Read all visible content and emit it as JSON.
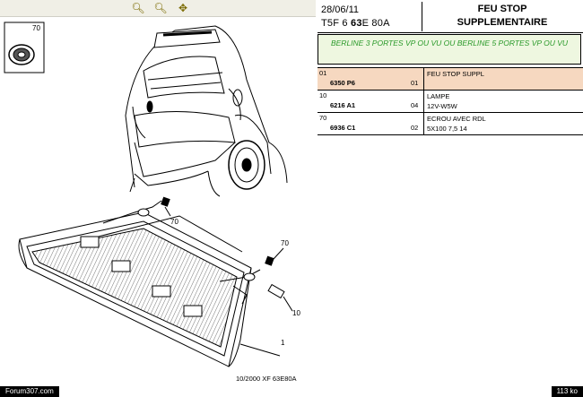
{
  "toolbar": {
    "buttons": [
      {
        "name": "zoom-in-icon",
        "glyph": "🔍︎"
      },
      {
        "name": "zoom-out-icon",
        "glyph": "🔍︎"
      },
      {
        "name": "zoom-pan-icon",
        "glyph": "✥"
      }
    ]
  },
  "drawing": {
    "callouts": {
      "thumb": "70",
      "bolt_upper": "70",
      "bolt_lower": "70",
      "lamp": "10",
      "assembly": "1"
    },
    "caption": "10/2000  XF 63E80A"
  },
  "panel": {
    "date": "28/06/11",
    "code_prefix": "T5F 6 ",
    "code_bold": "63",
    "code_suffix": "E 80A",
    "title_line1": "FEU STOP",
    "title_line2": "SUPPLEMENTAIRE",
    "application": "BERLINE 3 PORTES VP OU VU OU BERLINE 5 PORTES VP OU VU",
    "parts": [
      {
        "rep": "01",
        "ref": "6350 P6",
        "qty": "01",
        "label": "FEU STOP SUPPL",
        "detail": "",
        "highlight": true
      },
      {
        "rep": "10",
        "ref": "6216 A1",
        "qty": "04",
        "label": "LAMPE",
        "detail": "12V-W5W",
        "highlight": false
      },
      {
        "rep": "70",
        "ref": "6936 C1",
        "qty": "02",
        "label": "ECROU AVEC RDL",
        "detail": "5X100 7,5 14",
        "highlight": false
      }
    ]
  },
  "status": {
    "left": "Forum307.com",
    "right": "113 ko"
  },
  "colors": {
    "green_text": "#2a9a2a",
    "highlight_row": "#f6d8c0"
  }
}
